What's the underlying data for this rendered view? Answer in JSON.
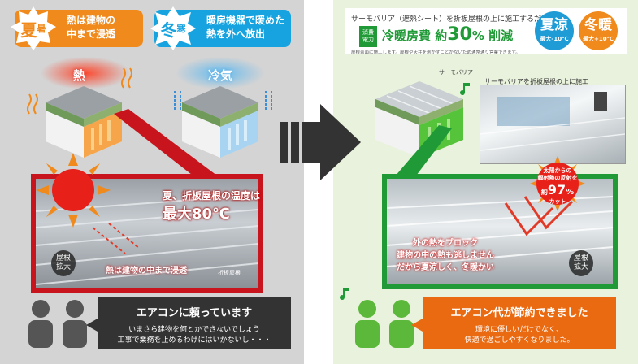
{
  "left": {
    "badge_summer": {
      "kanji": "夏",
      "small": "暑",
      "text1": "熱は建物の",
      "text2": "中まで浸透"
    },
    "badge_winter": {
      "kanji": "冬",
      "small": "寒",
      "text1": "暖房機器で暖めた",
      "text2": "熱を外へ放出"
    },
    "label_heat": "熱",
    "label_cold": "冷気",
    "zoom": {
      "temp_line1": "夏、折板屋根の温度は",
      "temp_line2": "最大80℃",
      "inside_heat": "熱は建物の中まで浸透",
      "roof_label": "折板屋根",
      "tag": [
        "屋根",
        "拡大"
      ]
    },
    "callout": {
      "title": "エアコンに頼っています",
      "line1": "いまさら建物を何とかできないでしょう",
      "line2": "工事で業務を止めるわけにはいかないし・・・"
    }
  },
  "right": {
    "header": {
      "line1": "サーモバリア（遮熱シート）を折板屋根の上に施工するだけで、",
      "tag": [
        "消費",
        "電力"
      ],
      "main_prefix": "冷暖房費 約",
      "main_number": "30",
      "main_suffix": "% 削減",
      "note": "屋根表面に施工します。屋根や天井を剥がすことがないため通常通り営業できます。"
    },
    "circle_summer": {
      "big": "夏涼",
      "small": "最大-10℃"
    },
    "circle_winter": {
      "big": "冬暖",
      "small": "最大+10℃"
    },
    "label_barrier": "サーモバリア",
    "label_construct": "サーモバリアを折板屋根の上に施工",
    "reflect": {
      "line1": "太陽からの",
      "line2": "輻射熱の反射を",
      "prefix": "約",
      "number": "97",
      "unit": "%",
      "cut": "カット"
    },
    "zoom_msg": [
      "外の熱をブロック",
      "建物の中の熱も逃しません",
      "だから夏涼しく、冬暖かい"
    ],
    "zoom_tag": [
      "屋根",
      "拡大"
    ],
    "callout": {
      "title": "エアコン代が節約できました",
      "line1": "環境に優しいだけでなく、",
      "line2": "快適で過ごしやすくなりました。"
    }
  },
  "colors": {
    "red": "#c8141c",
    "green": "#1f9a36",
    "orange": "#f08a1c",
    "blue": "#16a3e0"
  }
}
